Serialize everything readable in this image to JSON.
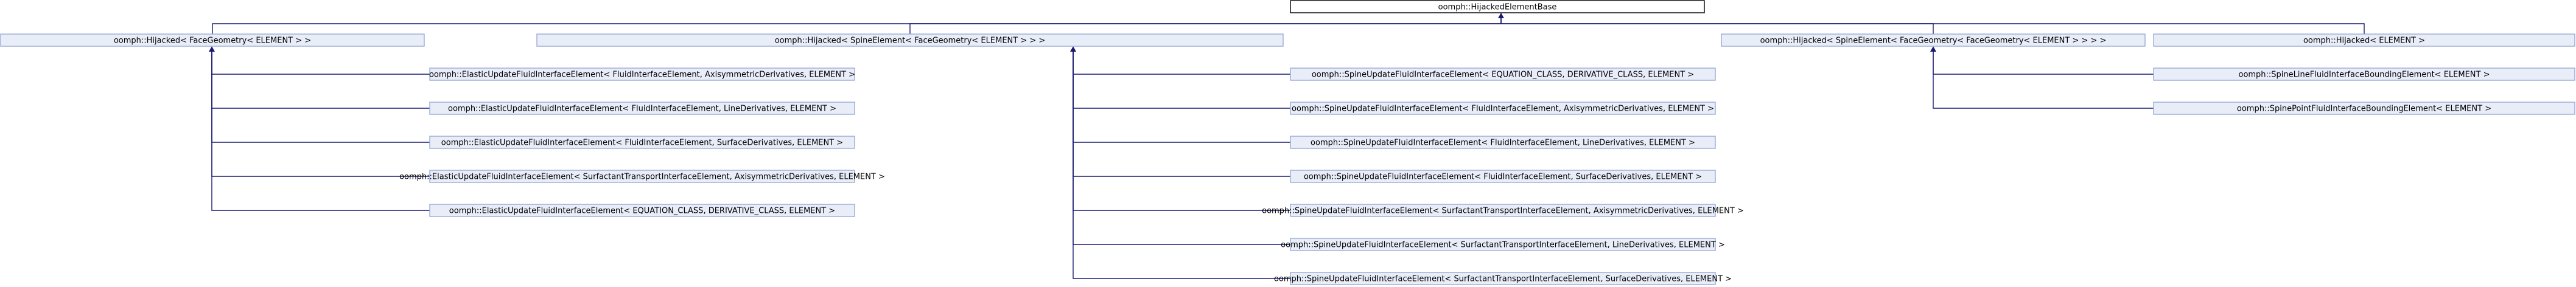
{
  "colors": {
    "root_fill": "#ffffff",
    "root_stroke": "#000000",
    "node_fill": "#e8edf8",
    "node_stroke": "#9aaad6",
    "edge": "#191970",
    "text": "#000000"
  },
  "nodes": [
    {
      "id": "root",
      "label": "oomph::HijackedElementBase",
      "root": true
    },
    {
      "id": "hfg",
      "label": "oomph::Hijacked< FaceGeometry< ELEMENT > >"
    },
    {
      "id": "hsefg",
      "label": "oomph::Hijacked< SpineElement< FaceGeometry< ELEMENT > > >"
    },
    {
      "id": "hsefg2",
      "label": "oomph::Hijacked< SpineElement< FaceGeometry< FaceGeometry< ELEMENT > > > >"
    },
    {
      "id": "he",
      "label": "oomph::Hijacked< ELEMENT >"
    },
    {
      "id": "e1",
      "label": "oomph::ElasticUpdateFluidInterfaceElement< FluidInterfaceElement, AxisymmetricDerivatives, ELEMENT >"
    },
    {
      "id": "e2",
      "label": "oomph::ElasticUpdateFluidInterfaceElement< FluidInterfaceElement, LineDerivatives, ELEMENT >"
    },
    {
      "id": "e3",
      "label": "oomph::ElasticUpdateFluidInterfaceElement< FluidInterfaceElement, SurfaceDerivatives, ELEMENT >"
    },
    {
      "id": "e4",
      "label": "oomph::ElasticUpdateFluidInterfaceElement< SurfactantTransportInterfaceElement, AxisymmetricDerivatives, ELEMENT >"
    },
    {
      "id": "e5",
      "label": "oomph::ElasticUpdateFluidInterfaceElement< EQUATION_CLASS, DERIVATIVE_CLASS, ELEMENT >"
    },
    {
      "id": "s1",
      "label": "oomph::SpineUpdateFluidInterfaceElement< EQUATION_CLASS, DERIVATIVE_CLASS, ELEMENT >"
    },
    {
      "id": "s2",
      "label": "oomph::SpineUpdateFluidInterfaceElement< FluidInterfaceElement, AxisymmetricDerivatives, ELEMENT >"
    },
    {
      "id": "s3",
      "label": "oomph::SpineUpdateFluidInterfaceElement< FluidInterfaceElement, LineDerivatives, ELEMENT >"
    },
    {
      "id": "s4",
      "label": "oomph::SpineUpdateFluidInterfaceElement< FluidInterfaceElement, SurfaceDerivatives, ELEMENT >"
    },
    {
      "id": "s5",
      "label": "oomph::SpineUpdateFluidInterfaceElement< SurfactantTransportInterfaceElement, AxisymmetricDerivatives, ELEMENT >"
    },
    {
      "id": "s6",
      "label": "oomph::SpineUpdateFluidInterfaceElement< SurfactantTransportInterfaceElement, LineDerivatives, ELEMENT >"
    },
    {
      "id": "s7",
      "label": "oomph::SpineUpdateFluidInterfaceElement< SurfactantTransportInterfaceElement, SurfaceDerivatives, ELEMENT >"
    },
    {
      "id": "b1",
      "label": "oomph::SpineLineFluidInterfaceBoundingElement< ELEMENT >"
    },
    {
      "id": "b2",
      "label": "oomph::SpinePointFluidInterfaceBoundingElement< ELEMENT >"
    }
  ],
  "edges": [
    {
      "from": "hfg",
      "to": "root"
    },
    {
      "from": "hsefg",
      "to": "root"
    },
    {
      "from": "hsefg2",
      "to": "root"
    },
    {
      "from": "he",
      "to": "root"
    },
    {
      "from": "e1",
      "to": "hfg"
    },
    {
      "from": "e2",
      "to": "hfg"
    },
    {
      "from": "e3",
      "to": "hfg"
    },
    {
      "from": "e4",
      "to": "hfg"
    },
    {
      "from": "e5",
      "to": "hfg"
    },
    {
      "from": "s1",
      "to": "hsefg"
    },
    {
      "from": "s2",
      "to": "hsefg"
    },
    {
      "from": "s3",
      "to": "hsefg"
    },
    {
      "from": "s4",
      "to": "hsefg"
    },
    {
      "from": "s5",
      "to": "hsefg"
    },
    {
      "from": "s6",
      "to": "hsefg"
    },
    {
      "from": "s7",
      "to": "hsefg"
    },
    {
      "from": "b1",
      "to": "hsefg2"
    },
    {
      "from": "b2",
      "to": "hsefg2"
    }
  ]
}
